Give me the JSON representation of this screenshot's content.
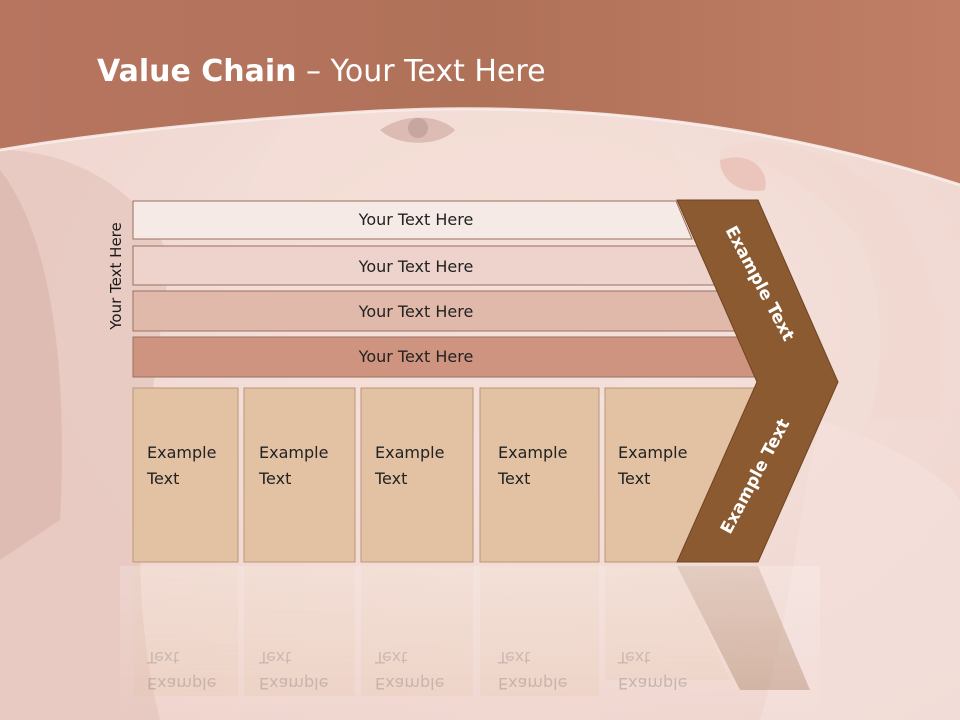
{
  "slide": {
    "title_bold": "Value Chain",
    "title_rest": " – Your Text Here",
    "side_label": "Your Text Here"
  },
  "bars": [
    {
      "label": "Your Text Here"
    },
    {
      "label": "Your Text Here"
    },
    {
      "label": "Your Text Here"
    },
    {
      "label": "Your Text Here"
    }
  ],
  "boxes": [
    {
      "line1": "Example",
      "line2": "Text"
    },
    {
      "line1": "Example",
      "line2": "Text"
    },
    {
      "line1": "Example",
      "line2": "Text"
    },
    {
      "line1": "Example",
      "line2": "Text"
    },
    {
      "line1": "Example",
      "line2": "Text"
    }
  ],
  "chevron": {
    "upper_label": "Example Text",
    "lower_label": "Example Text"
  },
  "colors": {
    "header": "#b87a64",
    "bar1": "#f6eae7",
    "bar2": "#edd3cc",
    "bar3": "#e0b9ab",
    "bar4": "#cf9480",
    "box": "#e3c2a3",
    "chevron": "#8c5a30"
  }
}
